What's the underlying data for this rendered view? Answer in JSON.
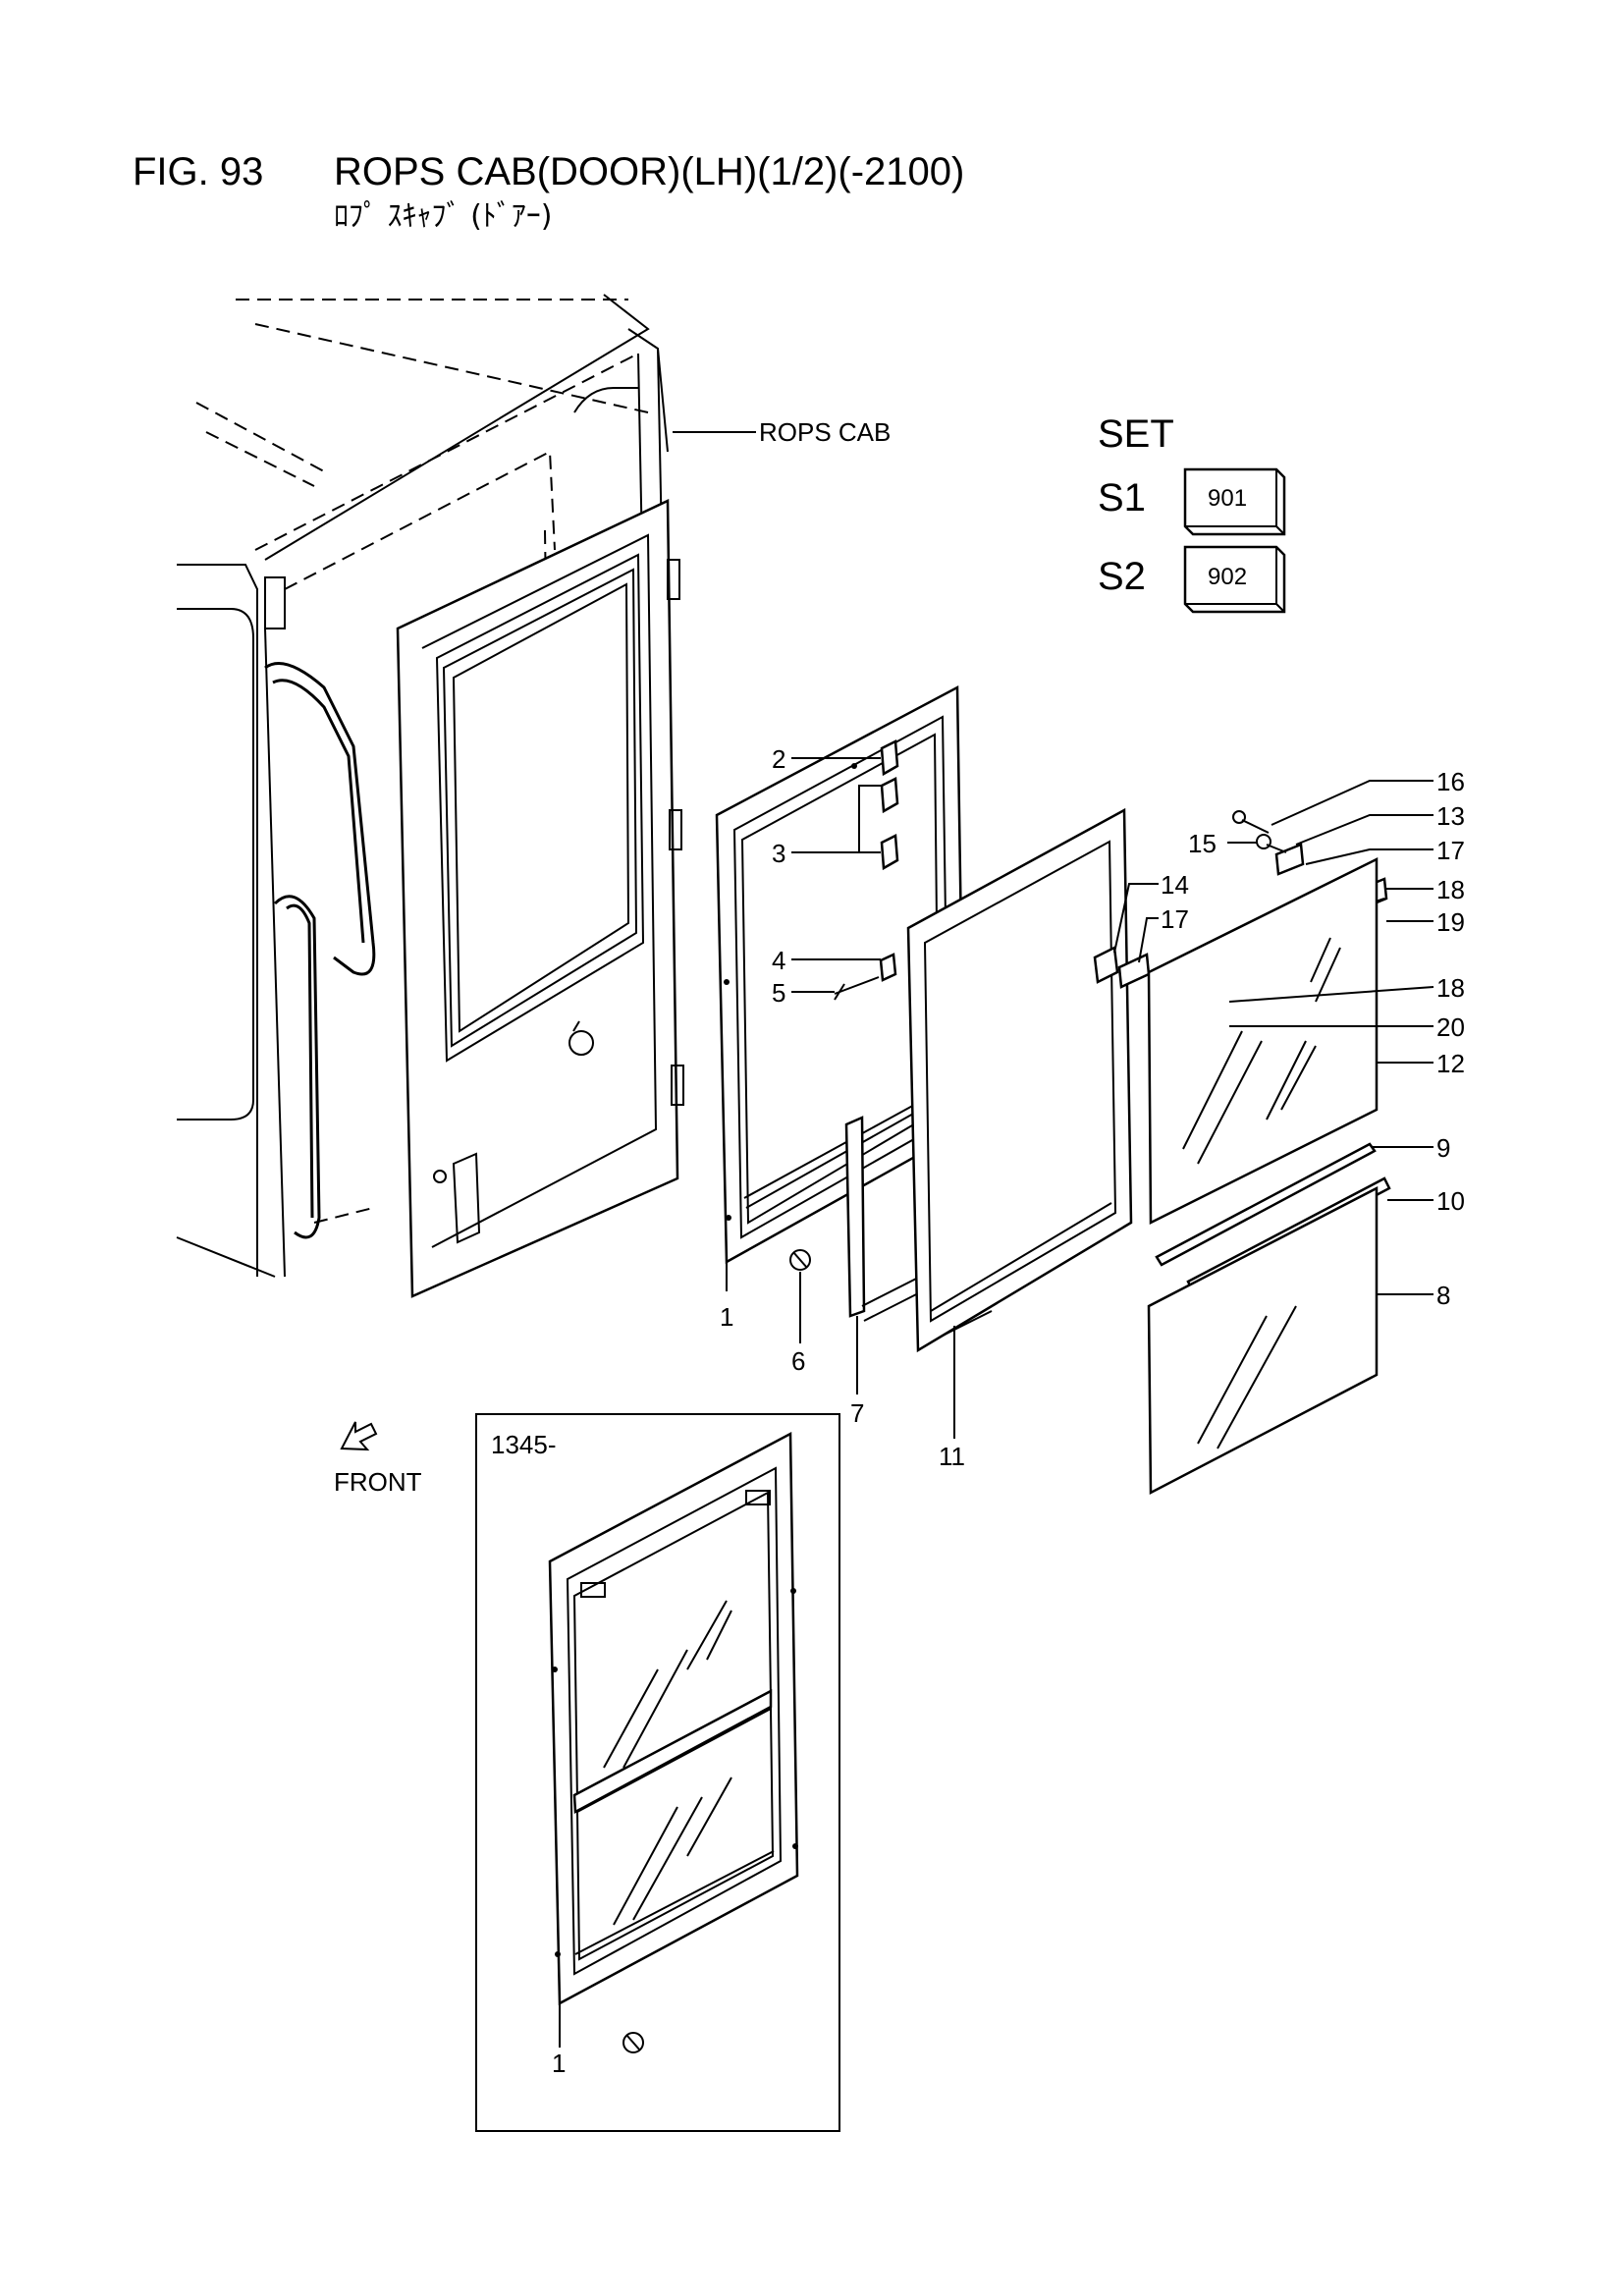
{
  "figure": {
    "number": "FIG. 93",
    "title": "ROPS CAB(DOOR)(LH)(1/2)(-2100)",
    "subtitle": "ﾛﾌﾟ ｽｷｬﾌﾞ (ﾄﾞｱｰ)"
  },
  "labels": {
    "rops_cab": "ROPS CAB",
    "front": "FRONT",
    "inset": "1345-"
  },
  "set": {
    "heading": "SET",
    "rows": [
      {
        "name": "S1",
        "code": "901"
      },
      {
        "name": "S2",
        "code": "902"
      }
    ]
  },
  "callouts": {
    "p1": "1",
    "p2": "2",
    "p3": "3",
    "p4": "4",
    "p5": "5",
    "p6": "6",
    "p7": "7",
    "p8": "8",
    "p9": "9",
    "p10": "10",
    "p11": "11",
    "p12": "12",
    "p13": "13",
    "p14": "14",
    "p15": "15",
    "p16": "16",
    "p17a": "17",
    "p17b": "17",
    "p18a": "18",
    "p18b": "18",
    "p19": "19",
    "p20": "20",
    "p1b": "1"
  }
}
